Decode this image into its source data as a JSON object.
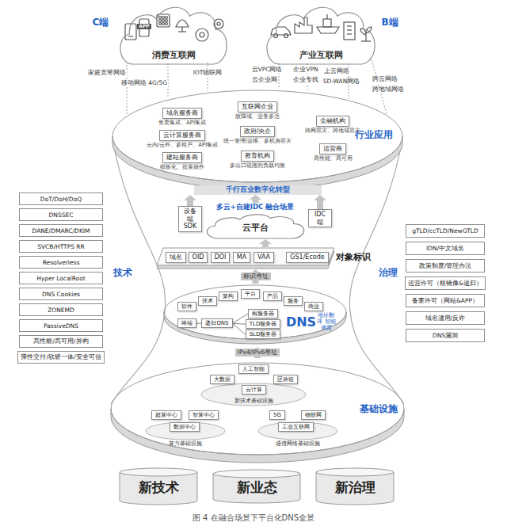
{
  "diagram": {
    "caption": "图 4 在融合场景下平台化DNS全景",
    "nodes": [
      {
        "text": [
          "消费互联网"
        ]
      },
      {
        "text": [
          "产业互联网"
        ]
      },
      {
        "text": [
          "行业应用"
        ]
      },
      {
        "text": [
          "域名服务商",
          "售卖集成、API集成"
        ],
        "in": 2
      },
      {
        "text": [
          "互联网企业",
          "故障域、业务多活"
        ],
        "in": 2
      },
      {
        "text": [
          "金融机构",
          "跨网容灾、跨地域容灾"
        ],
        "in": 2
      },
      {
        "text": [
          "云计算服务商",
          "云内/云外、多租户、API集成"
        ],
        "in": 2
      },
      {
        "text": [
          "政府/央企",
          "统一管理/运维、多机房容灾"
        ],
        "in": 2
      },
      {
        "text": [
          "运营商",
          "高性能、高可用"
        ],
        "in": 2
      },
      {
        "text": [
          "建站服务商",
          "模板化、批量操作"
        ],
        "in": 2
      },
      {
        "text": [
          "教育机构",
          "多出口链路的负载均衡"
        ],
        "in": 2
      },
      {
        "text": [
          "设备端 SDK"
        ]
      },
      {
        "text": [
          "多云+自建IDC 融合场景",
          "云平台"
        ]
      },
      {
        "text": [
          "IDC端"
        ]
      },
      {
        "text": [
          "对象标识"
        ]
      },
      {
        "text": [
          "域名"
        ],
        "in": 14
      },
      {
        "text": [
          "OID"
        ],
        "in": 14
      },
      {
        "text": [
          "DOI"
        ],
        "in": 14
      },
      {
        "text": [
          "MA"
        ],
        "in": 14
      },
      {
        "text": [
          "VAA"
        ],
        "in": 14
      },
      {
        "text": [
          "GS1/Ecode"
        ],
        "in": 14
      },
      {
        "text": [
          "DNS"
        ]
      },
      {
        "text": [
          "软件"
        ],
        "in": 21
      },
      {
        "text": [
          "技术"
        ],
        "in": 21
      },
      {
        "text": [
          "架构"
        ],
        "in": 21
      },
      {
        "text": [
          "平台"
        ],
        "in": 21
      },
      {
        "text": [
          "产品"
        ],
        "in": 21
      },
      {
        "text": [
          "服务"
        ],
        "in": 21
      },
      {
        "text": [
          "商业"
        ],
        "in": 21
      },
      {
        "text": [
          "终端"
        ],
        "in": 21
      },
      {
        "text": [
          "递归DNS"
        ],
        "in": 21
      },
      {
        "text": [
          "根服务器"
        ],
        "in": 21
      },
      {
        "text": [
          "TLD服务器"
        ],
        "in": 21
      },
      {
        "text": [
          "SLD服务器"
        ],
        "in": 21
      },
      {
        "text": [
          "基础设施"
        ]
      },
      {
        "text": [
          "新技术基础设施"
        ],
        "in": 34
      },
      {
        "text": [
          "人工智能"
        ],
        "in": 35
      },
      {
        "text": [
          "大数据"
        ],
        "in": 35
      },
      {
        "text": [
          "区块链"
        ],
        "in": 35
      },
      {
        "text": [
          "云计算"
        ],
        "in": 35
      },
      {
        "text": [
          "算力基础设施"
        ],
        "in": 34
      },
      {
        "text": [
          "超算中心"
        ],
        "in": 40
      },
      {
        "text": [
          "智算中心"
        ],
        "in": 40
      },
      {
        "text": [
          "数据中心"
        ],
        "in": 40
      },
      {
        "text": [
          "通信网络基础设施"
        ],
        "in": 34
      },
      {
        "text": [
          "5G"
        ],
        "in": 44
      },
      {
        "text": [
          "物联网"
        ],
        "in": 44
      },
      {
        "text": [
          "工业互联网"
        ],
        "in": 44
      },
      {
        "text": [
          "新技术"
        ]
      },
      {
        "text": [
          "新业态"
        ]
      },
      {
        "text": [
          "新治理"
        ]
      },
      {
        "text": [
          "DoT/DoH/DoQ"
        ]
      },
      {
        "text": [
          "DNSSEC"
        ]
      },
      {
        "text": [
          "DANE/DMARC/DKIM"
        ]
      },
      {
        "text": [
          "SVCB/HTTPS RR"
        ]
      },
      {
        "text": [
          "Resolverless"
        ]
      },
      {
        "text": [
          "Hyper LocalRoot"
        ]
      },
      {
        "text": [
          "DNS Cookies"
        ]
      },
      {
        "text": [
          "ZONEMD"
        ]
      },
      {
        "text": [
          "PassiveDNS"
        ]
      },
      {
        "text": [
          "高性能/高可用/异构"
        ]
      },
      {
        "text": [
          "弹性交付/软硬一体/安全可信"
        ]
      },
      {
        "text": [
          "gTLD/ccTLD/NewGTLD"
        ]
      },
      {
        "text": [
          "IDN/中文域名"
        ]
      },
      {
        "text": [
          "政策制度/管理办法"
        ]
      },
      {
        "text": [
          "运营许可（根镜像&递归）"
        ]
      },
      {
        "text": [
          "备案许可（网站&APP）"
        ]
      },
      {
        "text": [
          "域名滥用/反诈"
        ]
      },
      {
        "text": [
          "DNS漏洞"
        ]
      }
    ],
    "edges": [
      {
        "from": 11,
        "to": 2,
        "arrow": "to"
      },
      {
        "from": 12,
        "to": 2,
        "arrow": "to"
      },
      {
        "from": 13,
        "to": 2,
        "arrow": "to"
      },
      {
        "from": 14,
        "to": 12,
        "arrow": "to"
      },
      {
        "from": 21,
        "to": 14,
        "label": "标识寻址",
        "arrow": "to"
      },
      {
        "from": 34,
        "to": 21,
        "label": "IPv4/IPv6寻址",
        "arrow": "to"
      },
      {
        "from": 29,
        "to": 30,
        "arrow": "none"
      },
      {
        "from": 30,
        "to": 31,
        "arrow": "none"
      },
      {
        "from": 30,
        "to": 32,
        "arrow": "none"
      },
      {
        "from": 30,
        "to": 33,
        "arrow": "none"
      }
    ],
    "labels": [
      "C端",
      "B端",
      "APP",
      "家庭宽带网络",
      "IOT物联网",
      "移动网络 4G/5G",
      "云VPC网络",
      "云企业网",
      "企业VPN",
      "企业专线",
      "上云网络",
      "SD-WAN网络",
      "跨云网络",
      "跨地域网络",
      "千行百业数字化转型",
      "地址翻译 智能调度",
      "技术",
      "治理"
    ]
  }
}
